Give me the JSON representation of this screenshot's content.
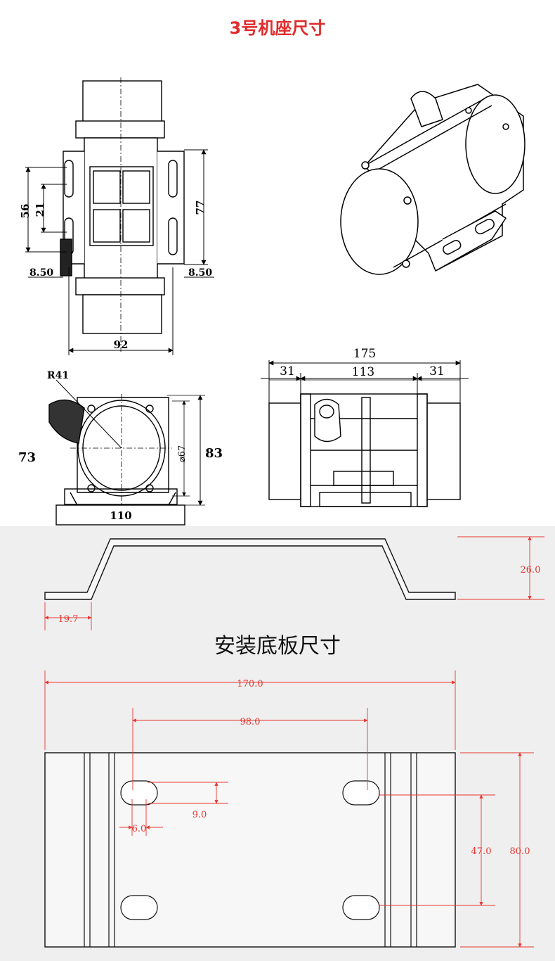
{
  "header": {
    "title": "3号机座尺寸"
  },
  "top_view": {
    "dim_56": "56",
    "dim_21": "21",
    "dim_77": "77",
    "dim_left_850": "8.50",
    "dim_right_850": "8.50",
    "dim_92": "92"
  },
  "side_view": {
    "radius": "R41",
    "dim_73": "73",
    "dim_83": "83",
    "diameter": "⌀67",
    "dim_110": "110"
  },
  "front_view": {
    "dim_175": "175",
    "dim_31_left": "31",
    "dim_113": "113",
    "dim_31_right": "31"
  },
  "plate": {
    "title": "安装底板尺寸",
    "profile_height": "26.0",
    "flange": "19.7",
    "overall_length": "170.0",
    "hole_spacing": "98.0",
    "slot_height": "9.0",
    "slot_width": "6.0",
    "hole_vertical": "47.0",
    "plate_width": "80.0"
  },
  "colors": {
    "title_red": "#e02b2b",
    "dimension_red": "#e8352f",
    "bottom_bg": "#efefef"
  }
}
